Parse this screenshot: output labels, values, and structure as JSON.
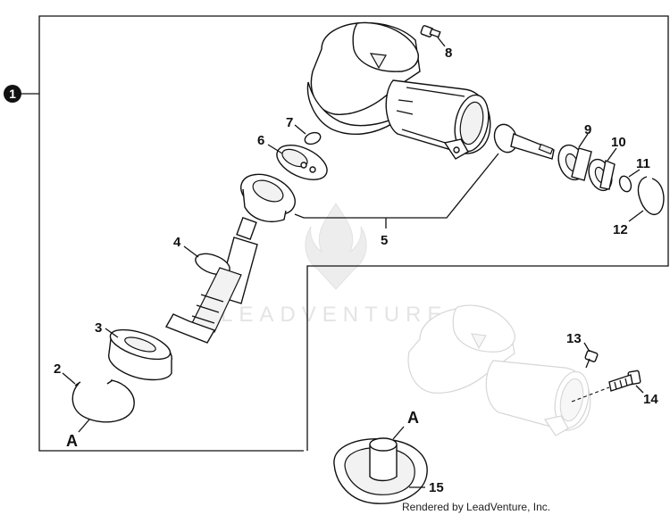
{
  "callouts": {
    "c1": "1",
    "c2": "2",
    "c3": "3",
    "c4": "4",
    "c5": "5",
    "c6": "6",
    "c7": "7",
    "c8": "8",
    "c9": "9",
    "c10": "10",
    "c11": "11",
    "c12": "12",
    "c13": "13",
    "c14": "14",
    "c15": "15",
    "a_left": "A",
    "a_right": "A"
  },
  "watermark": "LEADVENTURE",
  "credit": "Rendered by LeadVenture, Inc.",
  "colors": {
    "ink": "#111111",
    "watermark": "#e4e4e4",
    "ghost": "#d6d6d6"
  }
}
